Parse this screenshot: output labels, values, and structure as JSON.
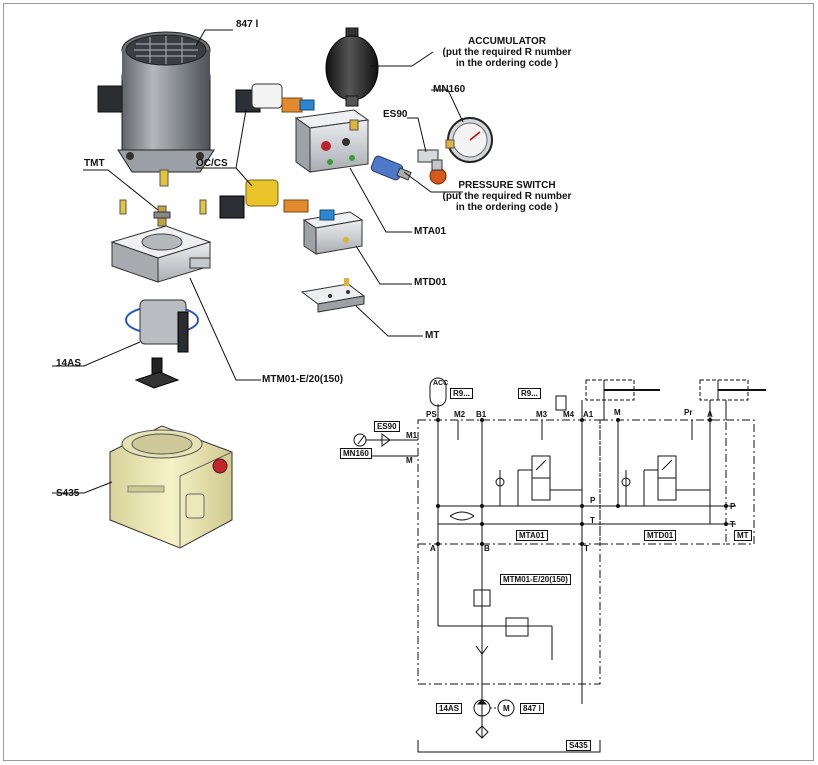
{
  "parts": {
    "motor": "847 l",
    "tmt": "TMT",
    "oc_cs": "OC/CS",
    "accumulator_line1": "ACCUMULATOR",
    "accumulator_line2": "(put the required R number",
    "accumulator_line3": "in the ordering code )",
    "gauge": "MN160",
    "es90": "ES90",
    "pressure_switch_line1": "PRESSURE SWITCH",
    "pressure_switch_line2": "(put the required R number",
    "pressure_switch_line3": "in the ordering code )",
    "mta01": "MTA01",
    "mtd01": "MTD01",
    "mt": "MT",
    "pump": "14AS",
    "mtm01": "MTM01-E/20(150)",
    "tank": "S435"
  },
  "schematic": {
    "acc": "ACC",
    "r9_left": "R9...",
    "r9_right": "R9...",
    "ps": "PS",
    "m2": "M2",
    "b1": "B1",
    "m3": "M3",
    "m4": "M4",
    "a1": "A1",
    "m_top": "M",
    "pr": "Pr",
    "a_top": "A",
    "es90": "ES90",
    "m1": "M1",
    "mn160": "MN160",
    "m_left": "M",
    "p_mid": "P",
    "p_right": "P",
    "t_mid": "T",
    "t_right": "T",
    "mta01": "MTA01",
    "mtd01": "MTD01",
    "mt": "MT",
    "a_bottom": "A",
    "b_bottom": "B",
    "t_bottom": "T",
    "mtm01": "MTM01-E/20(150)",
    "pump": "14AS",
    "motor_m": "M",
    "motor": "847 l",
    "tank": "S435"
  },
  "colors": {
    "line": "#111111",
    "motor_grey": "#8f9499",
    "block_grey": "#c9ccd0",
    "tank_cream": "#f2eec0",
    "accent_orange": "#e0782a",
    "accent_yellow": "#e7c52e",
    "red_knob": "#c0262c",
    "blue_seal": "#2b56c6"
  }
}
